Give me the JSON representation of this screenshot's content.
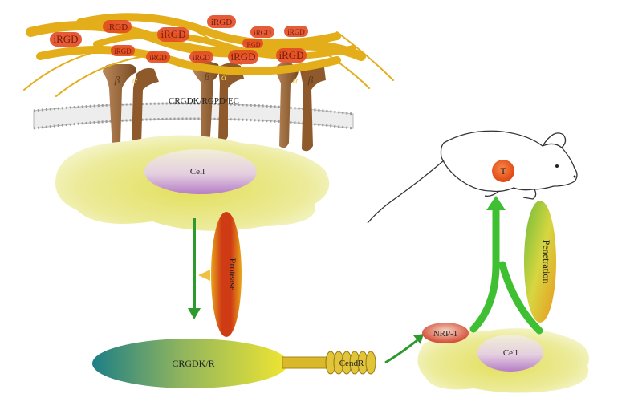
{
  "labels": {
    "membrane": "CRGDK/RGPD/EC",
    "cell_top": "Cell",
    "protease": "Protease",
    "crgdk": "CRGDK/R",
    "cendr": "CendR",
    "nrp1": "NRP-1",
    "cell_bottom": "Cell",
    "penetration": "Penetration",
    "tumor": "T",
    "beta": "β",
    "alpha": "α",
    "irgd": "iRGD"
  },
  "colors": {
    "band": "#e3ae1a",
    "irgd": "#e24a22",
    "receptor": "#8e5a2c",
    "cell": "#e2df5a",
    "nucleus": "#c89ad3",
    "arrow": "#2e9a2e",
    "arrow_bright": "#3fbf32",
    "protease": "#cf3b14",
    "crgdk_left": "#1d7f86",
    "crgdk_right": "#e6e03a",
    "nrp": "#d2452e",
    "tumor": "#ee5a1c"
  }
}
